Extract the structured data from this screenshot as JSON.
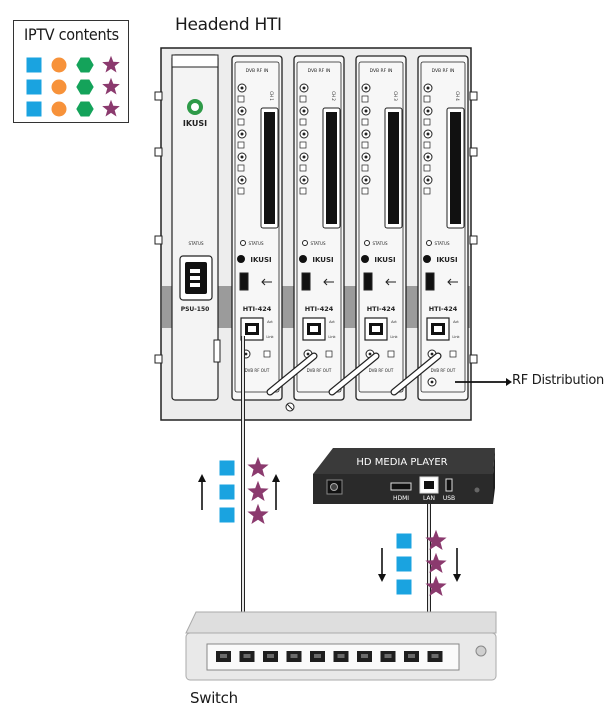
{
  "legend": {
    "title": "IPTV contents",
    "icons": [
      "square-icon",
      "circle-icon",
      "hexagon-icon",
      "star-icon"
    ]
  },
  "headend": {
    "title": "Headend HTI",
    "psu": {
      "logo": "IKUSI",
      "status": "STATUS",
      "model": "PSU-150"
    },
    "modules": [
      {
        "top_label": "DVB RF IN",
        "side_label": "CH 1",
        "status": "STATUS",
        "logo": "IKUSI",
        "model": "HTI-424",
        "port_a": "Act",
        "port_b": "Link",
        "bottom_label": "DVB RF OUT"
      },
      {
        "top_label": "DVB RF IN",
        "side_label": "CH 2",
        "status": "STATUS",
        "logo": "IKUSI",
        "model": "HTI-424",
        "port_a": "Act",
        "port_b": "Link",
        "bottom_label": "DVB RF OUT"
      },
      {
        "top_label": "DVB RF IN",
        "side_label": "CH 3",
        "status": "STATUS",
        "logo": "IKUSI",
        "model": "HTI-424",
        "port_a": "Act",
        "port_b": "Link",
        "bottom_label": "DVB RF OUT"
      },
      {
        "top_label": "DVB RF IN",
        "side_label": "CH 4",
        "status": "STATUS",
        "logo": "IKUSI",
        "model": "HTI-424",
        "port_a": "Act",
        "port_b": "Link",
        "bottom_label": "DVB RF OUT"
      }
    ]
  },
  "rf_output": "RF Distribution",
  "media_player": {
    "title": "HD MEDIA PLAYER",
    "ports": [
      "HDMI",
      "LAN",
      "USB"
    ]
  },
  "switch_label": "Switch",
  "colors": {
    "square": "#1aa3e0",
    "circle": "#f7923a",
    "hexagon": "#14a35a",
    "star": "#8b3a6e",
    "frame": "#ececec",
    "module": "#f7f7f7",
    "outline": "#222222"
  }
}
